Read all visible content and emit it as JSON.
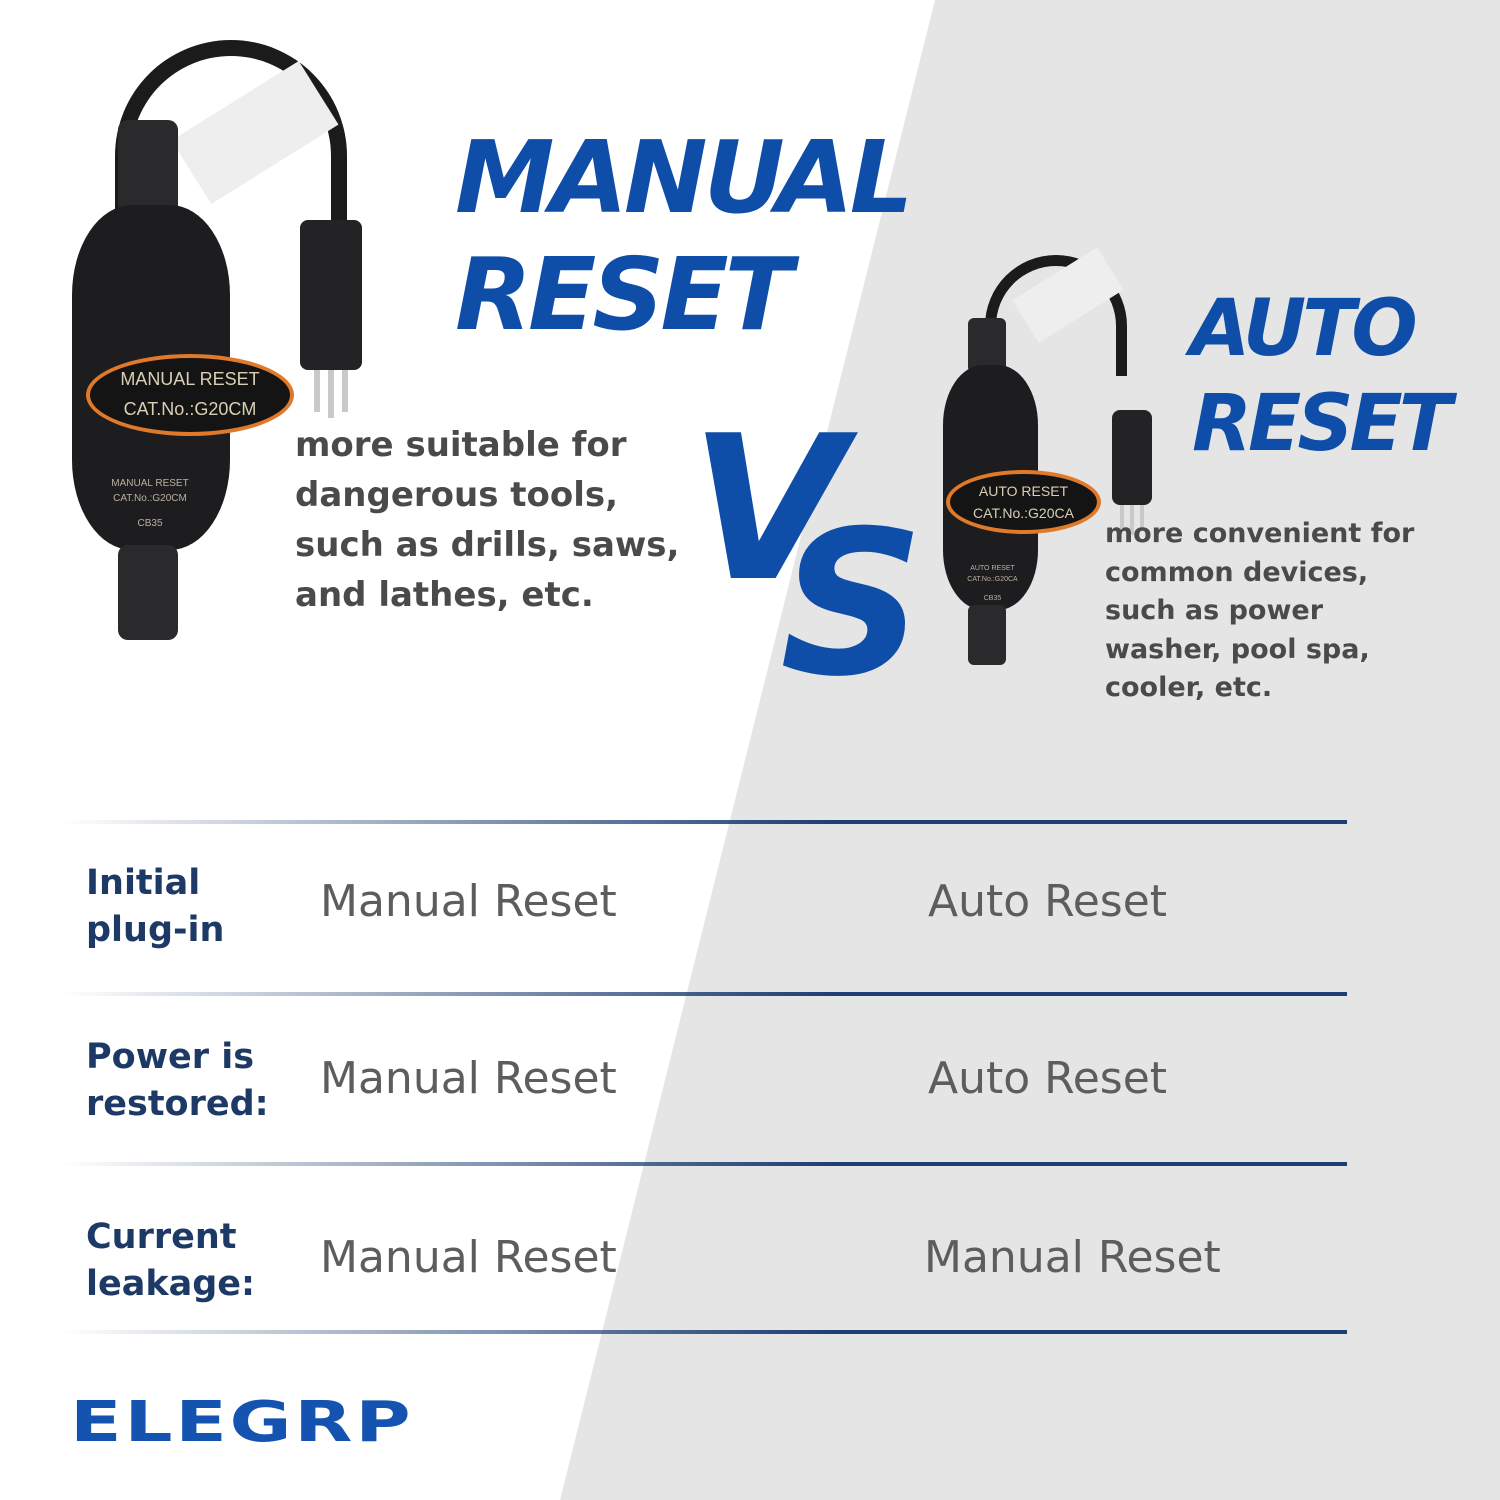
{
  "brand": {
    "logo_text": "ELEGRP",
    "accent_color": "#0f4ea8",
    "label_color": "#1d3a66"
  },
  "left_product": {
    "title_line1": "MANUAL",
    "title_line2": "RESET",
    "oval_line1": "MANUAL RESET",
    "oval_line2": "CAT.No.:G20CM",
    "body_print_line1": "MANUAL RESET",
    "body_print_line2": "CAT.No.:G20CM",
    "model_code": "CB35",
    "description": "more suitable for dangerous tools, such as drills, saws, and lathes, etc."
  },
  "vs": {
    "v": "V",
    "s": "S"
  },
  "right_product": {
    "title_line1": "AUTO",
    "title_line2": "RESET",
    "oval_line1": "AUTO RESET",
    "oval_line2": "CAT.No.:G20CA",
    "body_print_line1": "AUTO RESET",
    "body_print_line2": "CAT.No.:G20CA",
    "model_code": "CB35",
    "description": "more convenient for common devices, such as power washer, pool spa, cooler, etc."
  },
  "comparison": {
    "rows": [
      {
        "label_line1": "Initial",
        "label_line2": "plug-in",
        "manual": "Manual Reset",
        "auto": "Auto Reset"
      },
      {
        "label_line1": "Power is",
        "label_line2": "restored:",
        "manual": "Manual Reset",
        "auto": "Auto Reset"
      },
      {
        "label_line1": "Current",
        "label_line2": "leakage:",
        "manual": "Manual Reset",
        "auto": "Manual Reset"
      }
    ]
  }
}
